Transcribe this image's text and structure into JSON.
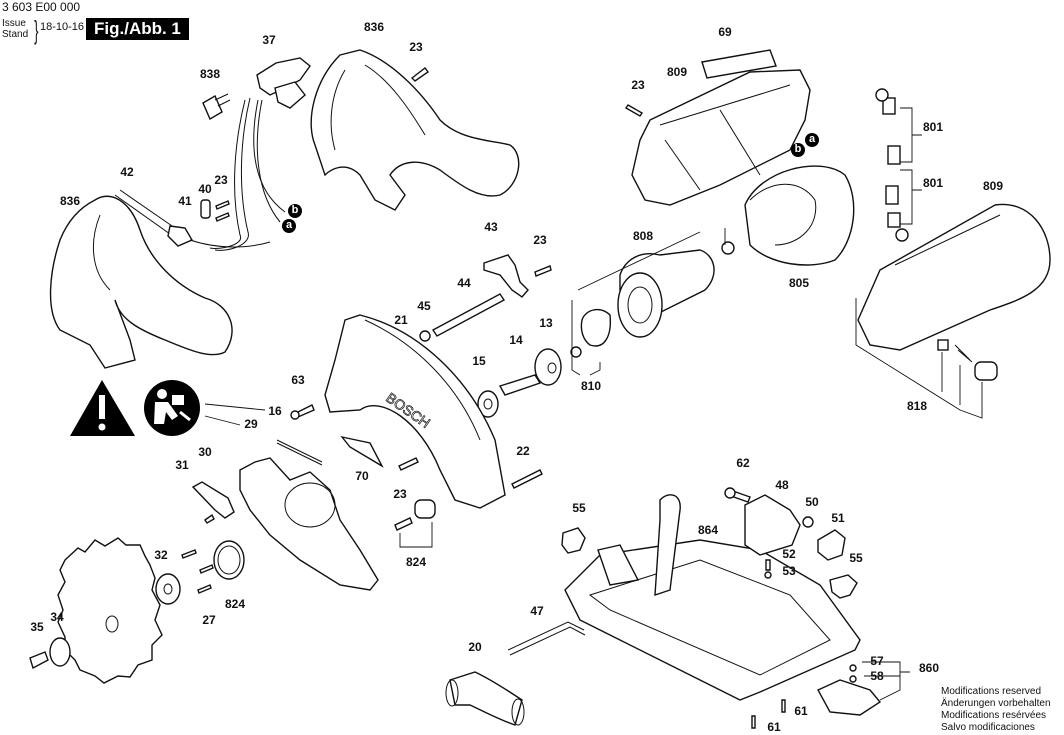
{
  "header": {
    "doc_number": "3 603 E00 000",
    "issue_label": "Issue",
    "stand_label": "Stand",
    "issue_date": "18-10-16",
    "figure_label": "Fig./Abb. 1"
  },
  "notes": [
    "Modifications reserved",
    "Änderungen vorbehalten",
    "Modifications resérvées",
    "Salvo modificaciones"
  ],
  "connector_markers": [
    "b",
    "a",
    "b",
    "a"
  ],
  "part_labels": [
    {
      "id": "838",
      "name": "part-838"
    },
    {
      "id": "37",
      "name": "part-37"
    },
    {
      "id": "836",
      "name": "part-836-top"
    },
    {
      "id": "23",
      "name": "part-23-top"
    },
    {
      "id": "69",
      "name": "part-69"
    },
    {
      "id": "23",
      "name": "part-23-housing"
    },
    {
      "id": "809",
      "name": "part-809-left"
    },
    {
      "id": "801",
      "name": "part-801-upper"
    },
    {
      "id": "801",
      "name": "part-801-lower"
    },
    {
      "id": "809",
      "name": "part-809-right"
    },
    {
      "id": "42",
      "name": "part-42"
    },
    {
      "id": "40",
      "name": "part-40"
    },
    {
      "id": "23",
      "name": "part-23-cord"
    },
    {
      "id": "41",
      "name": "part-41"
    },
    {
      "id": "836",
      "name": "part-836-left"
    },
    {
      "id": "43",
      "name": "part-43"
    },
    {
      "id": "23",
      "name": "part-23-lever"
    },
    {
      "id": "808",
      "name": "part-808"
    },
    {
      "id": "805",
      "name": "part-805"
    },
    {
      "id": "44",
      "name": "part-44"
    },
    {
      "id": "45",
      "name": "part-45"
    },
    {
      "id": "21",
      "name": "part-21"
    },
    {
      "id": "13",
      "name": "part-13"
    },
    {
      "id": "14",
      "name": "part-14"
    },
    {
      "id": "15",
      "name": "part-15"
    },
    {
      "id": "810",
      "name": "part-810"
    },
    {
      "id": "63",
      "name": "part-63"
    },
    {
      "id": "16",
      "name": "part-16"
    },
    {
      "id": "29",
      "name": "part-29"
    },
    {
      "id": "818",
      "name": "part-818"
    },
    {
      "id": "30",
      "name": "part-30"
    },
    {
      "id": "31",
      "name": "part-31"
    },
    {
      "id": "70",
      "name": "part-70"
    },
    {
      "id": "22",
      "name": "part-22"
    },
    {
      "id": "23",
      "name": "part-23-guard"
    },
    {
      "id": "62",
      "name": "part-62"
    },
    {
      "id": "48",
      "name": "part-48"
    },
    {
      "id": "50",
      "name": "part-50"
    },
    {
      "id": "51",
      "name": "part-51"
    },
    {
      "id": "55",
      "name": "part-55-left"
    },
    {
      "id": "864",
      "name": "part-864"
    },
    {
      "id": "52",
      "name": "part-52"
    },
    {
      "id": "53",
      "name": "part-53"
    },
    {
      "id": "55",
      "name": "part-55-right"
    },
    {
      "id": "824",
      "name": "part-824-guard"
    },
    {
      "id": "32",
      "name": "part-32"
    },
    {
      "id": "824",
      "name": "part-824-ring"
    },
    {
      "id": "27",
      "name": "part-27"
    },
    {
      "id": "34",
      "name": "part-34"
    },
    {
      "id": "35",
      "name": "part-35"
    },
    {
      "id": "47",
      "name": "part-47"
    },
    {
      "id": "20",
      "name": "part-20"
    },
    {
      "id": "57",
      "name": "part-57"
    },
    {
      "id": "58",
      "name": "part-58"
    },
    {
      "id": "860",
      "name": "part-860"
    },
    {
      "id": "61",
      "name": "part-61-right"
    },
    {
      "id": "61",
      "name": "part-61-bottom"
    }
  ]
}
